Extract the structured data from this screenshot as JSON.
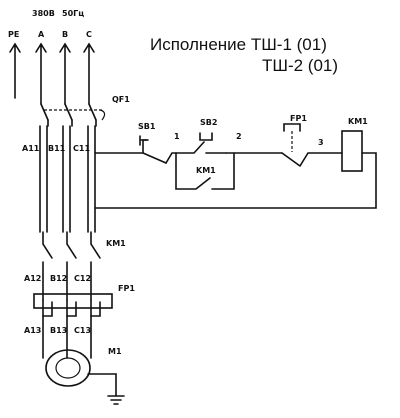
{
  "title": {
    "line1": "Исполнение ТШ-1 (01)",
    "line2": "ТШ-2 (01)"
  },
  "supply": {
    "voltage": "380В",
    "freq": "50Гц",
    "phases": [
      "PE",
      "A",
      "B",
      "C"
    ]
  },
  "labels": {
    "qf": "QF1",
    "sb1": "SB1",
    "sb2": "SB2",
    "fp_ctrl": "FP1",
    "km_coil": "KM1",
    "km_aux": "KM1",
    "km_main": "KM1",
    "fp_main": "FP1",
    "motor": "M1",
    "node1": "1",
    "node2": "2",
    "node3": "3",
    "a11": "A11",
    "b11": "B11",
    "c11": "C11",
    "a12": "A12",
    "b12": "B12",
    "c12": "C12",
    "a13": "A13",
    "b13": "B13",
    "c13": "C13"
  }
}
